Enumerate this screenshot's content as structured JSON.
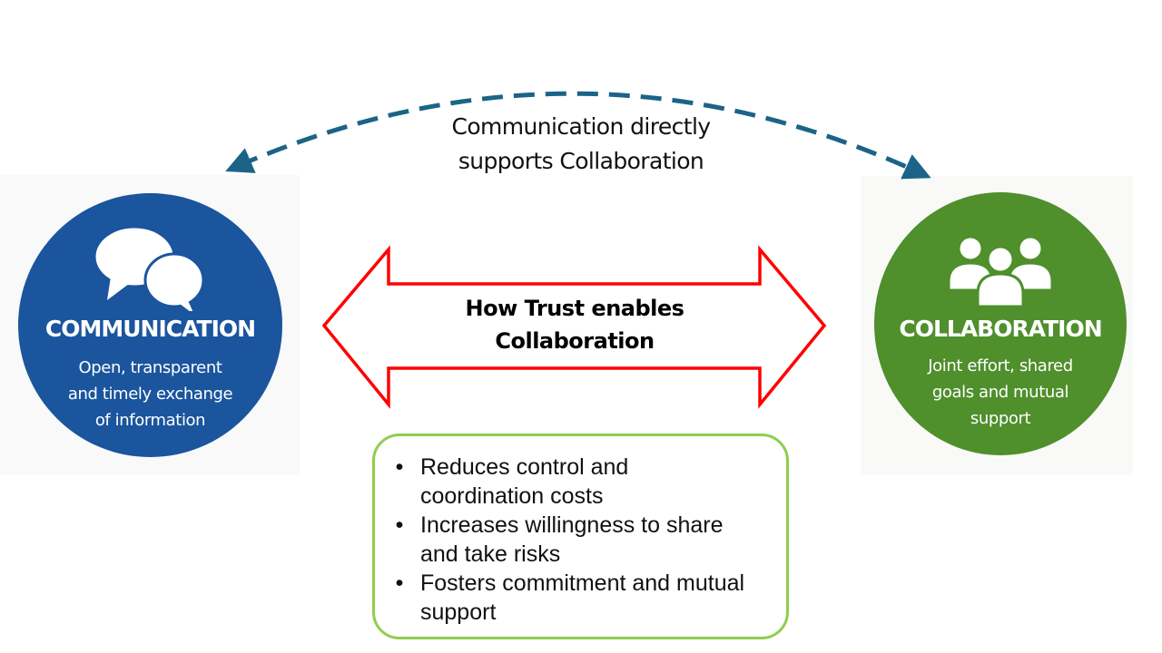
{
  "diagram": {
    "connector": {
      "label_lines": [
        "Communication directly",
        "supports Collaboration"
      ],
      "style": "dashed",
      "direction": "bidirectional",
      "color": "#1b6487"
    },
    "central_arrow": {
      "label_lines": [
        "How Trust enables",
        "Collaboration"
      ],
      "outline_color": "#ff0000",
      "direction": "bidirectional"
    },
    "nodes": [
      {
        "id": "communication",
        "icon": "speech-bubbles-icon",
        "title": "COMMUNICATION",
        "description_lines": [
          "Open, transparent",
          "and timely exchange",
          "of information"
        ],
        "color": "#1a559e"
      },
      {
        "id": "collaboration",
        "icon": "people-group-icon",
        "title": "COLLABORATION",
        "description_lines": [
          "Joint effort, shared",
          "goals and mutual",
          "support"
        ],
        "color": "#4f8f2c"
      }
    ],
    "benefits": {
      "bullet": "•",
      "border_color": "#8fce4f",
      "items": [
        {
          "lines": [
            "Reduces control and",
            "coordination costs"
          ]
        },
        {
          "lines": [
            "Increases willingness to share",
            "and take risks"
          ]
        },
        {
          "lines": [
            "Fosters commitment and mutual",
            "support"
          ]
        }
      ]
    }
  }
}
